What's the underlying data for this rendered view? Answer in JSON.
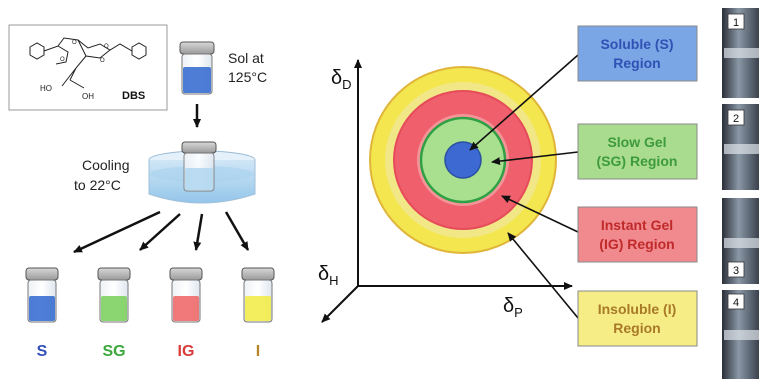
{
  "dbs": {
    "label": "DBS",
    "oh1": "HO",
    "oh2": "OH"
  },
  "sol_label": {
    "line1": "Sol at",
    "line2": "125°C"
  },
  "cooling_label": {
    "line1": "Cooling",
    "line2": "to 22°C"
  },
  "vials": [
    {
      "label": "S",
      "color": "#3a6fd0",
      "text_color": "#3350b8"
    },
    {
      "label": "SG",
      "color": "#7ed160",
      "text_color": "#3aa83a"
    },
    {
      "label": "IG",
      "color": "#f06a6a",
      "text_color": "#d93a3a"
    },
    {
      "label": "I",
      "color": "#f2ec4a",
      "text_color": "#b8862a"
    }
  ],
  "axes": {
    "d": "δ",
    "d_sub": "D",
    "h": "δ",
    "h_sub": "H",
    "p": "δ",
    "p_sub": "P"
  },
  "regions": [
    {
      "line1": "Soluble (S)",
      "line2": "Region",
      "fill": "#7aa6e6",
      "text_color": "#2f52b4"
    },
    {
      "line1": "Slow Gel",
      "line2": "(SG) Region",
      "fill": "#a9dc8f",
      "text_color": "#3d9a3d"
    },
    {
      "line1": "Instant Gel",
      "line2": "(IG) Region",
      "fill": "#f08a8f",
      "text_color": "#c02a2a"
    },
    {
      "line1": "Insoluble (I)",
      "line2": "Region",
      "fill": "#f6ed86",
      "text_color": "#a87a28"
    }
  ],
  "photo_numbers": [
    "1",
    "2",
    "3",
    "4"
  ],
  "colors": {
    "ring_yellow": "#f3e64e",
    "ring_red": "#ef5f6c",
    "ring_green": "#a8e08f",
    "ring_blue": "#3d6ad2"
  }
}
